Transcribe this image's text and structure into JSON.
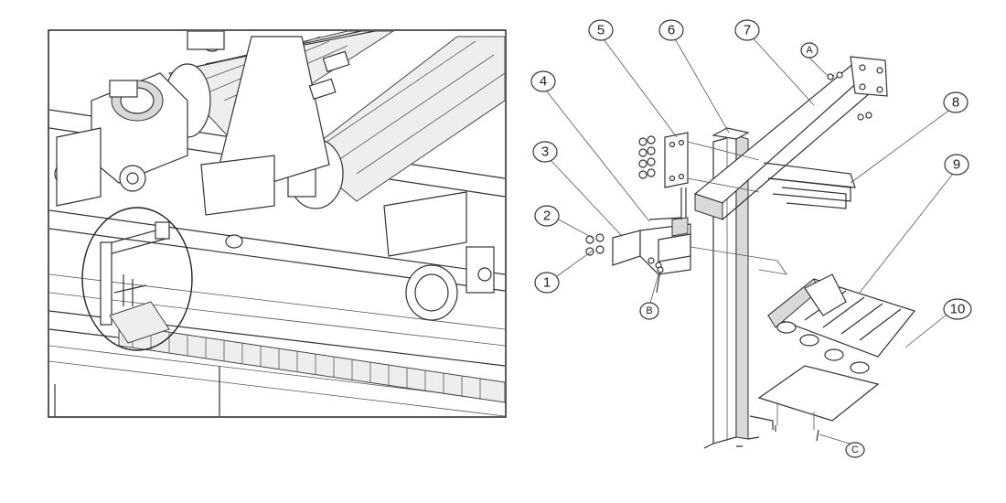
{
  "callouts": [
    {
      "id": "1",
      "label": "1"
    },
    {
      "id": "2",
      "label": "2"
    },
    {
      "id": "3",
      "label": "3"
    },
    {
      "id": "4",
      "label": "4"
    },
    {
      "id": "5",
      "label": "5"
    },
    {
      "id": "6",
      "label": "6"
    },
    {
      "id": "7",
      "label": "7"
    },
    {
      "id": "8",
      "label": "8"
    },
    {
      "id": "9",
      "label": "9"
    },
    {
      "id": "10",
      "label": "10"
    },
    {
      "id": "A",
      "label": "A"
    },
    {
      "id": "B",
      "label": "B"
    },
    {
      "id": "C",
      "label": "C"
    }
  ]
}
